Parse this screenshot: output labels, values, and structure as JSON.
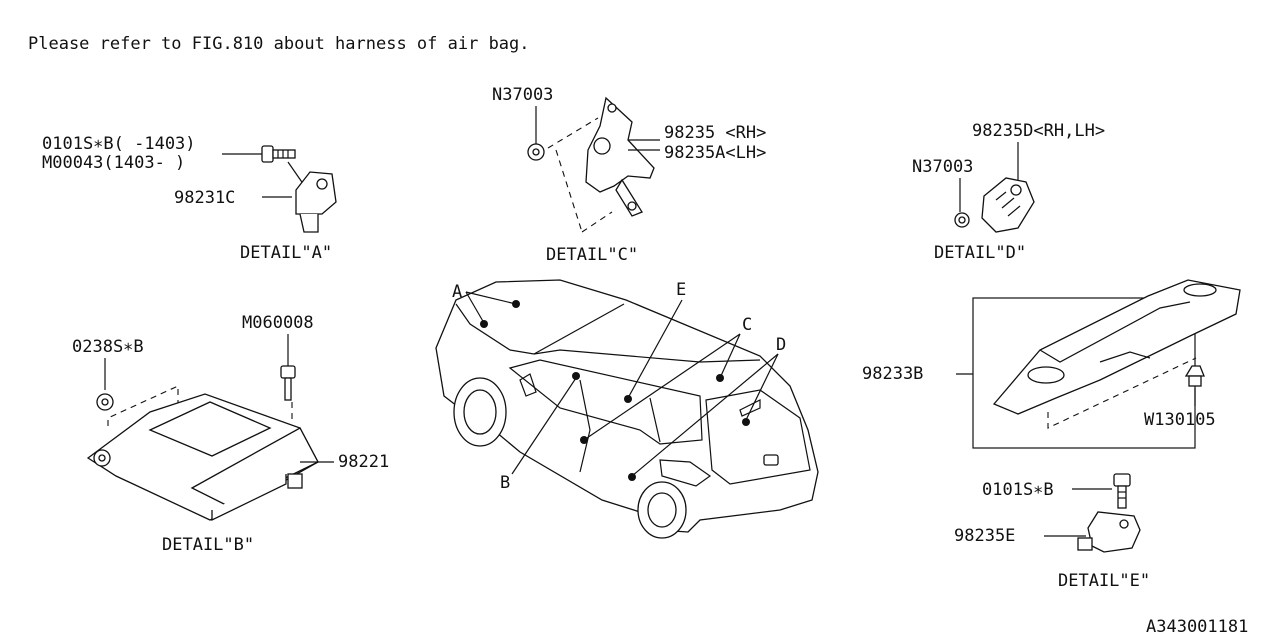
{
  "note": "Please refer to FIG.810 about harness of air bag.",
  "figure_id": "A343001181",
  "details": {
    "a": {
      "title": "DETAIL\"A\"",
      "part1": "0101S∗B( -1403)",
      "part2": "M00043(1403- )",
      "part3": "98231C"
    },
    "b": {
      "title": "DETAIL\"B\"",
      "part1": "0238S∗B",
      "part2": "M060008",
      "part3": "98221"
    },
    "c": {
      "title": "DETAIL\"C\"",
      "part1": "N37003",
      "part2": "98235  <RH>",
      "part3": "98235A<LH>"
    },
    "d": {
      "title": "DETAIL\"D\"",
      "part1": "98235D<RH,LH>",
      "part2": "N37003"
    },
    "e": {
      "title": "DETAIL\"E\"",
      "part1": "0101S∗B",
      "part2": "98235E",
      "part3": "98233B",
      "part4": "W130105"
    }
  },
  "car_callouts": [
    "A",
    "B",
    "C",
    "D",
    "E"
  ]
}
